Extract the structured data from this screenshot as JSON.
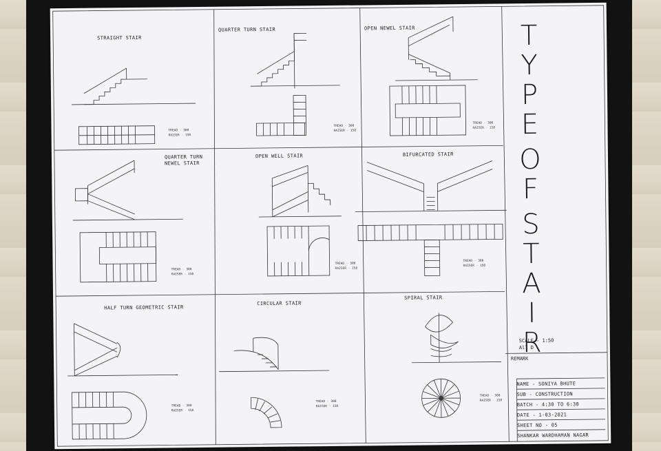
{
  "sheet": {
    "title_letters": [
      "T",
      "Y",
      "P",
      "E",
      "O",
      "F",
      "S",
      "T",
      "A",
      "I",
      "R"
    ],
    "scale": "SCALE - 1:50",
    "units": "All D",
    "remark_label": "REMARK"
  },
  "panels": [
    {
      "label": "STRAIGHT  STAIR",
      "notes": "TREAD - 300\nRAISER - 150"
    },
    {
      "label": "QUARTER TURN STAIR",
      "notes": "TREAD - 300\nRAISER - 150"
    },
    {
      "label": "OPEN NEWEL STAIR",
      "notes": "TREAD - 300\nRAISER - 150"
    },
    {
      "label": "QUARTER TURN\nNEWEL STAIR",
      "notes": "TREAD - 300\nRAISER - 150"
    },
    {
      "label": "OPEN  WELL  STAIR",
      "notes": "TREAD - 300\nRAISER - 150"
    },
    {
      "label": "BIFURCATED STAIR",
      "notes": "TREAD - 300\nRAISER - 150"
    },
    {
      "label": "HALF TURN GEOMETRIC STAIR",
      "notes": "TREAD - 300\nRAISER - 150"
    },
    {
      "label": "CIRCULAR  STAIR",
      "notes": "TREAD - 300\nRAISER - 150"
    },
    {
      "label": "SPIRAL  STAIR",
      "notes": "TREAD - 300\nRAISER - 150"
    }
  ],
  "title_block": {
    "name": "NAME - SONIYA BHUTE",
    "sub": "SUB - CONSTRUCTION",
    "batch": "BATCH - 4:30  TO  6:30",
    "date": "DATE - 1-03-2021",
    "sheet_no": "SHEET NO - 05",
    "school": "SHANKAR  WARDHAMAN  NAGAR"
  }
}
